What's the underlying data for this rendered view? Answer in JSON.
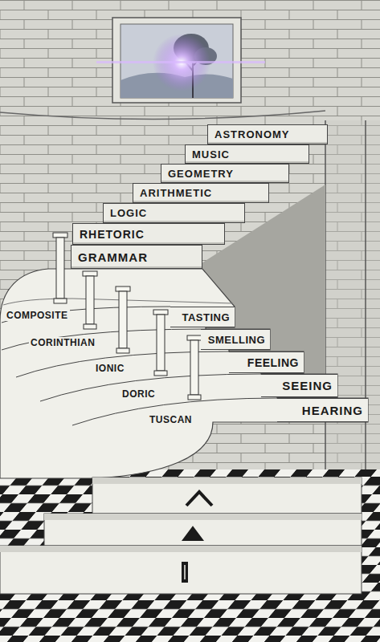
{
  "diagram": {
    "nodes": [
      {
        "text": [
          "ASTRONOMY"
        ]
      },
      {
        "text": [
          "MUSIC"
        ]
      },
      {
        "text": [
          "GEOMETRY"
        ]
      },
      {
        "text": [
          "ARITHMETIC"
        ]
      },
      {
        "text": [
          "LOGIC"
        ]
      },
      {
        "text": [
          "RHETORIC"
        ]
      },
      {
        "text": [
          "GRAMMAR"
        ]
      },
      {
        "text": [
          "TASTING"
        ]
      },
      {
        "text": [
          "SMELLING"
        ]
      },
      {
        "text": [
          "FEELING"
        ]
      },
      {
        "text": [
          "SEEING"
        ]
      },
      {
        "text": [
          "HEARING"
        ]
      }
    ],
    "labels": [
      "COMPOSITE",
      "CORINTHIAN",
      "IONIC",
      "DORIC",
      "TUSCAN"
    ]
  }
}
